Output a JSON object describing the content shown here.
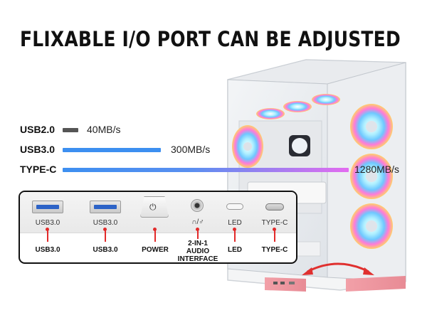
{
  "headline": "FLIXABLE I/O PORT CAN BE ADJUSTED",
  "speeds": [
    {
      "label": "USB2.0",
      "value": "40MB/s",
      "color": "#555555"
    },
    {
      "label": "USB3.0",
      "value": "300MB/s",
      "color": "#3d8ff0"
    },
    {
      "label": "TYPE-C",
      "value": "1280MB/s",
      "color_start": "#3d8ff0",
      "color_end": "#e36cf0"
    }
  ],
  "panel": {
    "face_labels": [
      "USB3.0",
      "USB3.0",
      "LED",
      "TYPE-C"
    ],
    "audio_icons": "∩/♂",
    "ports": [
      {
        "name": "USB3.0"
      },
      {
        "name": "USB3.0"
      },
      {
        "name": "POWER"
      },
      {
        "name_line1": "2-IN-1",
        "name_line2": "AUDIO",
        "name_line3": "INTERFACE"
      },
      {
        "name": "LED"
      },
      {
        "name": "TYPE-C"
      }
    ]
  },
  "colors": {
    "accent_red": "#e22a2a",
    "usb_blue": "#2d63c7",
    "arrow_red": "#e0302f"
  }
}
